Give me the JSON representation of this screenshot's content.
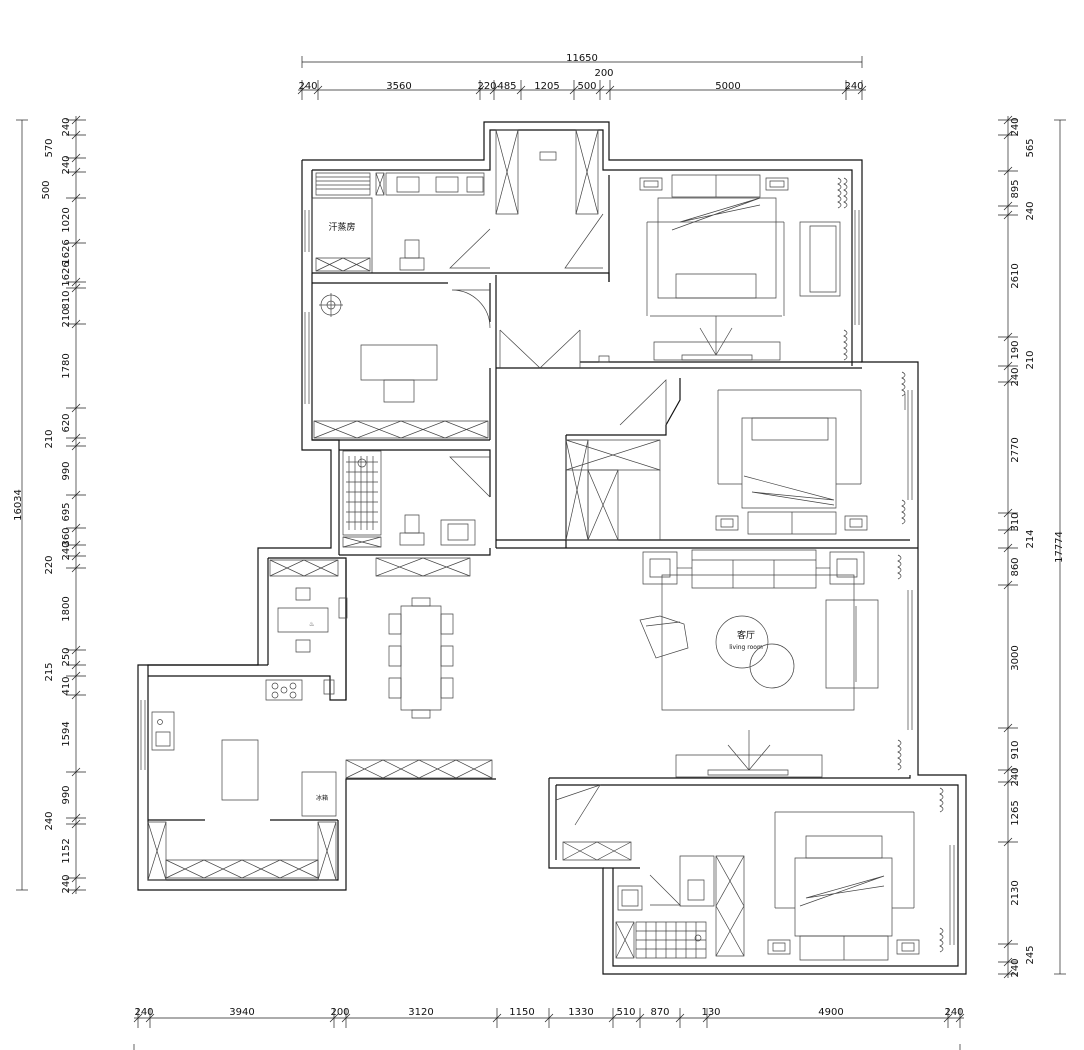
{
  "dims": {
    "top_total": "11650",
    "top_200": "200",
    "top": [
      "240",
      "3560",
      "220",
      "485",
      "1205",
      "500",
      "5000",
      "240"
    ],
    "left_total": "16034",
    "left": [
      "240",
      "570",
      "240",
      "500",
      "1020",
      "1626",
      "1626",
      "810",
      "210",
      "1780",
      "620",
      "210",
      "990",
      "695",
      "360",
      "240",
      "220",
      "1800",
      "250",
      "215",
      "410",
      "1594",
      "990",
      "240",
      "1152",
      "240"
    ],
    "right_total": "17774",
    "right": [
      "240",
      "565",
      "895",
      "240",
      "2610",
      "190",
      "210",
      "240",
      "2770",
      "310",
      "214",
      "860",
      "3000",
      "910",
      "240",
      "1265",
      "2130",
      "245",
      "240"
    ],
    "bottom": [
      "240",
      "3940",
      "200",
      "3120",
      "1150",
      "1330",
      "510",
      "870",
      "130",
      "4900",
      "240"
    ]
  },
  "rooms": {
    "sauna": "汗蒸房",
    "living_cn": "客厅",
    "living_en": "living room",
    "fridge": "冰箱"
  }
}
